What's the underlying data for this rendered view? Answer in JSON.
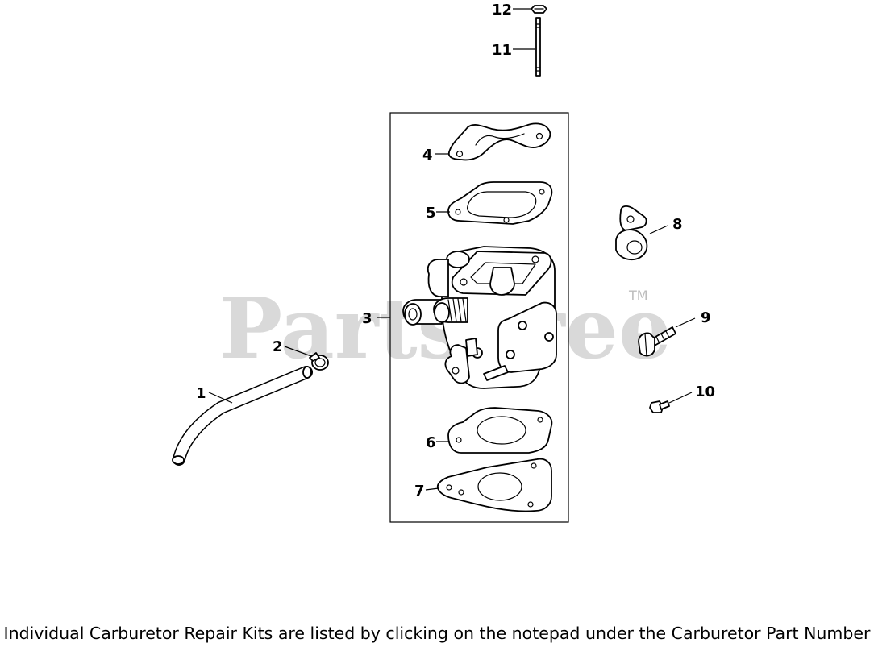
{
  "watermark": {
    "text": "PartsTree",
    "trademark": "TM"
  },
  "callouts": {
    "c1": "1",
    "c2": "2",
    "c3": "3",
    "c4": "4",
    "c5": "5",
    "c6": "6",
    "c7": "7",
    "c8": "8",
    "c9": "9",
    "c10": "10",
    "c11": "11",
    "c12": "12"
  },
  "footer": {
    "text": "Individual Carburetor Repair Kits are listed by clicking on the notepad under the Carburetor Part Number"
  }
}
